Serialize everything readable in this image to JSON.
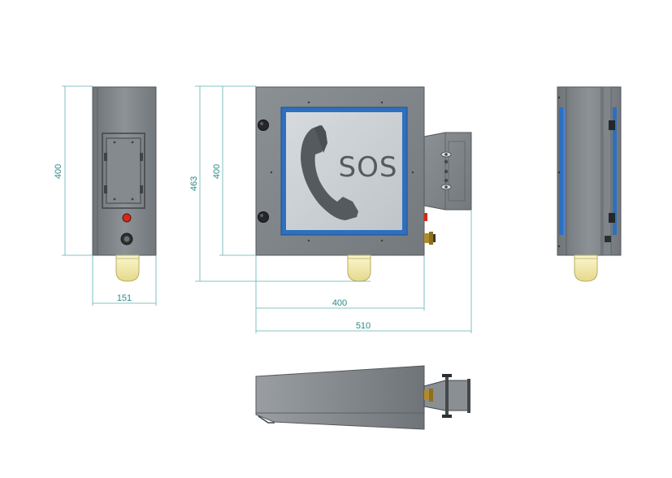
{
  "dimensions": {
    "side_height": "400",
    "side_width": "151",
    "front_total_height": "463",
    "front_box_height": "400",
    "front_width": "400",
    "front_total_width": "510"
  },
  "panel": {
    "label": "SOS"
  },
  "colors": {
    "dimension": "#2a8a8a",
    "housing": "#7d8286",
    "window_border": "#2e6fbf",
    "window_fill": "#c9ced2",
    "beacon": "#f3eab0",
    "button_red": "#d22a1c"
  },
  "icons": {
    "handset": "phone-handset-icon"
  }
}
